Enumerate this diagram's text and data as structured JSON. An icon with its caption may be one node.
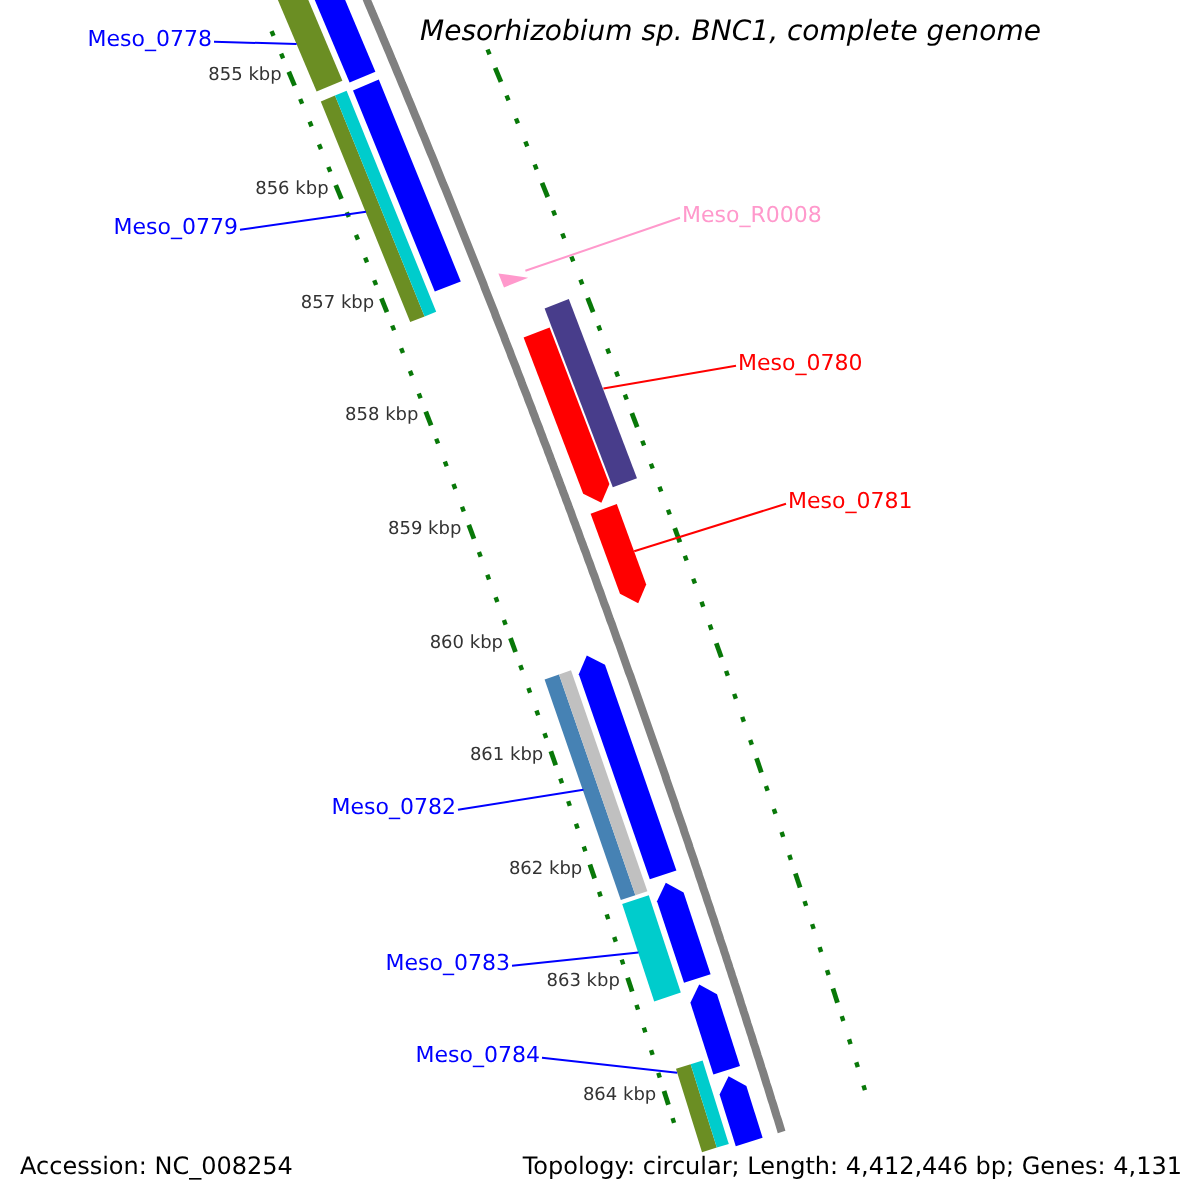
{
  "diagram": {
    "title": "Mesorhizobium sp. BNC1, complete genome",
    "nodes": [
      {
        "text": [
          "Meso_0778"
        ]
      },
      {
        "text": [],
        "shape": "bar"
      },
      {
        "text": [
          "Meso_0779"
        ]
      },
      {
        "text": [],
        "shape": "bar"
      },
      {
        "text": [
          "Meso_R0008"
        ]
      },
      {
        "text": [],
        "shape": "bar"
      },
      {
        "text": [
          "Meso_0780"
        ]
      },
      {
        "text": [],
        "shape": "bar"
      },
      {
        "text": [
          "Meso_0781"
        ]
      },
      {
        "text": [],
        "shape": "bar"
      },
      {
        "text": [
          "Meso_0782"
        ]
      },
      {
        "text": [],
        "shape": "bar"
      },
      {
        "text": [
          "Meso_0783"
        ]
      },
      {
        "text": [],
        "shape": "bar"
      },
      {
        "text": [
          "Meso_0784"
        ]
      },
      {
        "text": [],
        "shape": "bar"
      },
      {
        "text": [],
        "shape": "bar"
      },
      {
        "text": [],
        "shape": "bar"
      },
      {
        "text": [],
        "shape": "bar"
      },
      {
        "text": [],
        "shape": "bar"
      },
      {
        "text": [],
        "shape": "bar"
      },
      {
        "text": [],
        "shape": "bar"
      },
      {
        "text": [],
        "shape": "bar"
      }
    ],
    "edges": [
      {
        "from": 0,
        "to": 1,
        "arrow": "none"
      },
      {
        "from": 2,
        "to": 3,
        "arrow": "none"
      },
      {
        "from": 4,
        "to": 5,
        "arrow": "none",
        "color": "#ff99cc"
      },
      {
        "from": 6,
        "to": 7,
        "arrow": "none",
        "color": "#ff0000"
      },
      {
        "from": 8,
        "to": 9,
        "arrow": "none",
        "color": "#ff0000"
      },
      {
        "from": 10,
        "to": 11,
        "arrow": "none"
      },
      {
        "from": 12,
        "to": 13,
        "arrow": "none"
      },
      {
        "from": 14,
        "to": 15,
        "arrow": "none"
      }
    ],
    "labels": [
      "855 kbp",
      "856 kbp",
      "857 kbp",
      "858 kbp",
      "859 kbp",
      "860 kbp",
      "861 kbp",
      "862 kbp",
      "863 kbp",
      "864 kbp",
      "Accession: NC_008254",
      "Topology: circular; Length: 4,412,446 bp; Genes: 4,131"
    ]
  }
}
